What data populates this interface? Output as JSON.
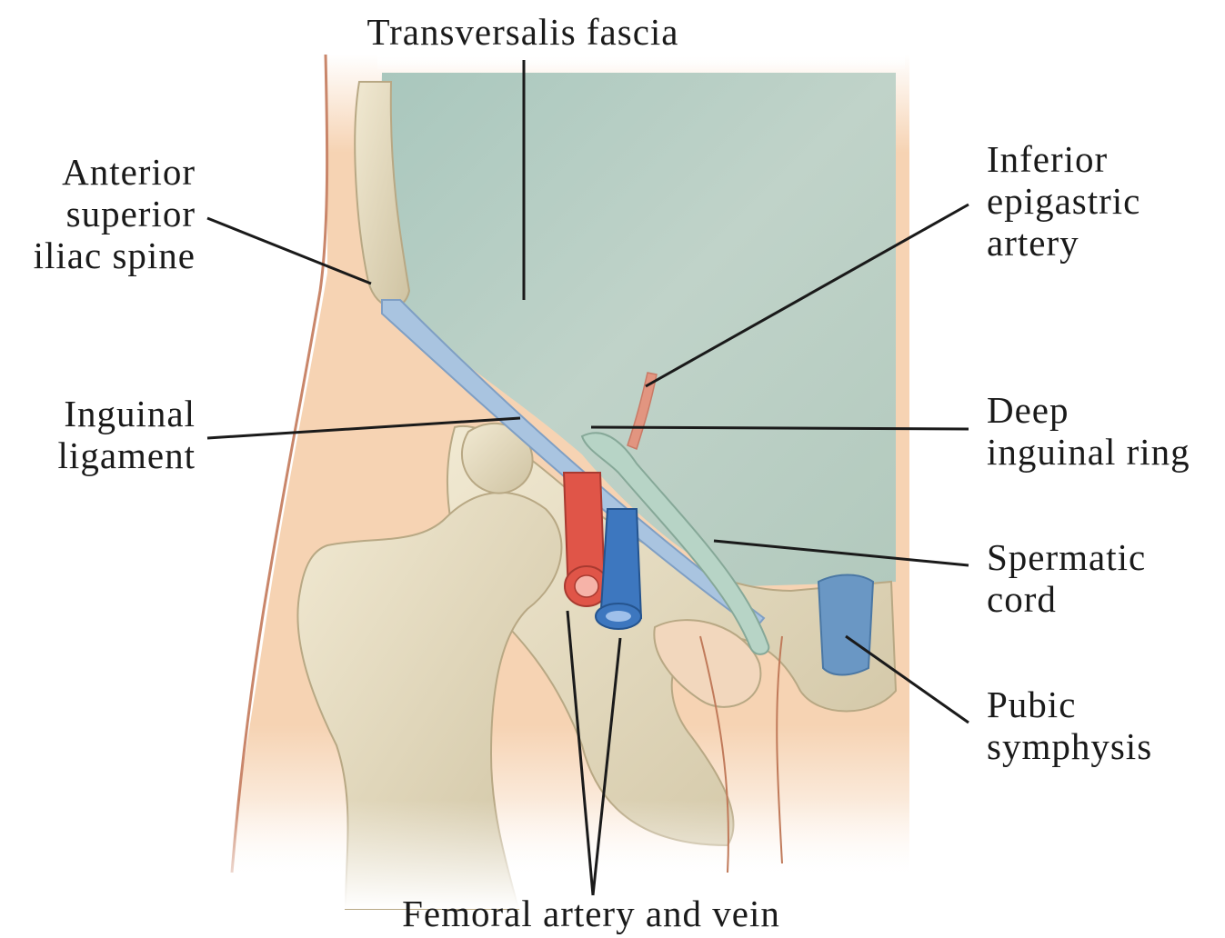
{
  "labels": {
    "transversalis_fascia": "Transversalis fascia",
    "asis": [
      "Anterior",
      "superior",
      "iliac spine"
    ],
    "inferior_epigastric": [
      "Inferior",
      "epigastric",
      "artery"
    ],
    "inguinal_ligament": [
      "Inguinal",
      "ligament"
    ],
    "deep_inguinal_ring": [
      "Deep",
      "inguinal ring"
    ],
    "spermatic_cord": [
      "Spermatic",
      "cord"
    ],
    "pubic_symphysis": [
      "Pubic",
      "symphysis"
    ],
    "femoral_vessels": "Femoral artery and vein"
  },
  "colors": {
    "skin": "#f6d3b3",
    "fascia": "#b9cfc4",
    "bone": "#e6dcc0",
    "ligament": "#a9c4e0",
    "artery": "#e05548",
    "vein": "#3d77bf",
    "cord": "#b7d4c6",
    "leader": "#1a1a1a"
  }
}
